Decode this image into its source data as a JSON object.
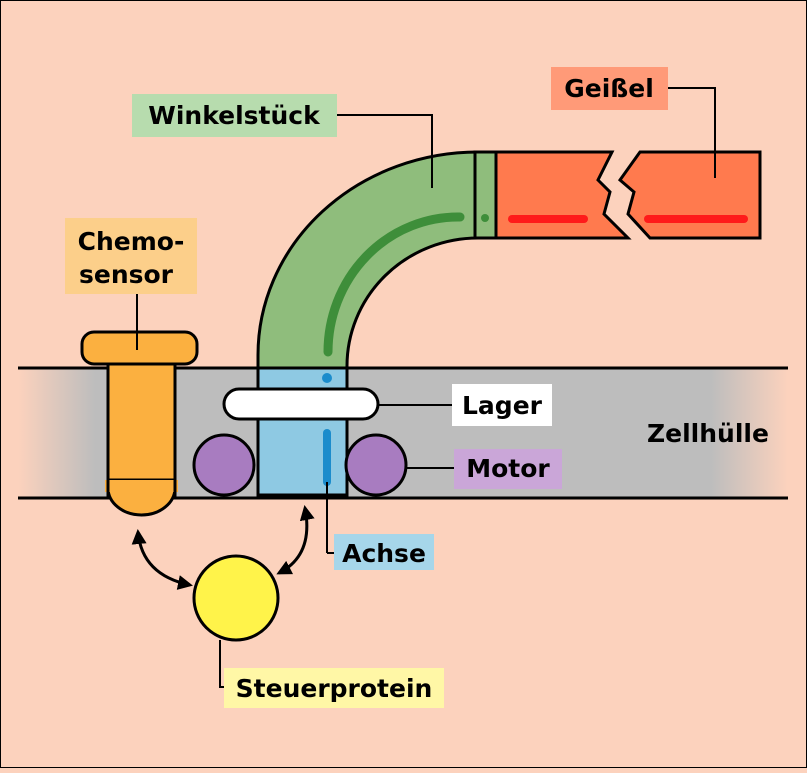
{
  "labels": {
    "geissel": "Geißel",
    "winkelstueck": "Winkelstück",
    "chemo_line1": "Chemo-",
    "chemo_line2": "sensor",
    "lager": "Lager",
    "zellhuelle": "Zellhülle",
    "motor": "Motor",
    "achse": "Achse",
    "steuerprotein": "Steuerprotein"
  },
  "colors": {
    "background": "#fcd2bd",
    "membrane": "#bdbdbd",
    "hook": "#8fbd7c",
    "hook_dark": "#3e8e3a",
    "flagellum": "#ff7a4e",
    "flagellum_line": "#ff1a1a",
    "chemosensor": "#fbb040",
    "axle": "#8ec9e3",
    "axle_dark": "#1b8ccc",
    "motor": "#a87cc0",
    "steuerprotein": "#fff34a",
    "label_geissel_bg": "#ff9a78",
    "label_winkel_bg": "#b7dcae",
    "label_chemo_bg": "#fccf8a",
    "label_lager_bg": "#ffffff",
    "label_motor_bg": "#caa6d8",
    "label_achse_bg": "#a6d6ea",
    "label_steuer_bg": "#fff7a6"
  },
  "icons": {
    "interaction_arrow": "double-headed-arrow"
  }
}
